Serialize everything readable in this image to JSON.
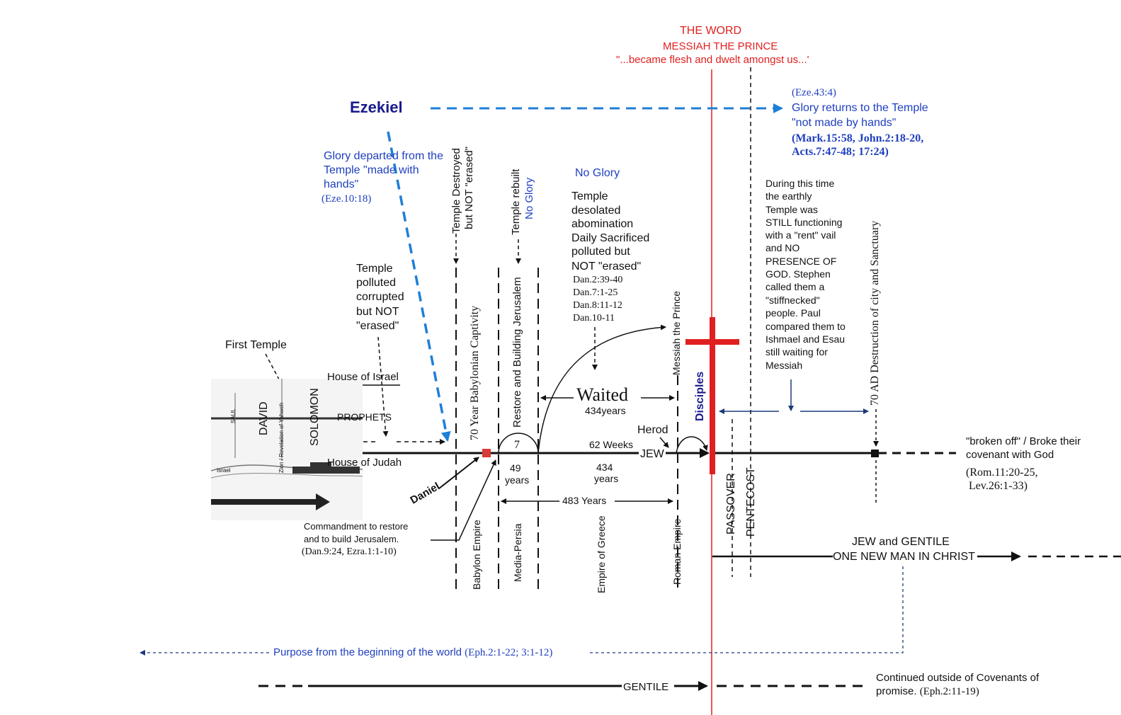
{
  "header": {
    "the_word": "THE WORD",
    "messiah_prince": "MESSIAH THE PRINCE",
    "became_flesh": "\"...became flesh and dwelt amongst us...'"
  },
  "ezekiel": {
    "name": "Ezekiel",
    "ref_top": "(Eze.43:4)",
    "glory_returns_1": "Glory returns to the Temple",
    "glory_returns_2": "\"not made by hands\"",
    "refs_1": "(Mark.15:58, John.2:18-20,",
    "refs_2": "Acts.7:47-48; 17:24)",
    "glory_departed_1": "Glory departed from the",
    "glory_departed_2": "Temple \"made with",
    "glory_departed_3": "hands\"",
    "glory_departed_ref": "(Eze.10:18)"
  },
  "vertical_labels": {
    "temple_destroyed_1": "Temple Destroyed",
    "temple_destroyed_2": "but NOT \"erased\"",
    "temple_rebuilt": "Temple rebuilt",
    "no_glory_vert": "No Glory",
    "captivity": "70 Year Babylonian Captivity",
    "restore_building": "Restore and Building Jerusalem",
    "messiah_prince": "Messiah the Prince",
    "disciples": "Disciples",
    "destruction": "70 AD Destruction of city and Sanctuary",
    "david": "DAVID",
    "solomon": "SOLOMON",
    "babylon": "Babylon Empire",
    "media_persia": "Media-Persia",
    "greece": "Empire of Greece",
    "roman": "Roman Empire",
    "passover": "PASSOVER",
    "pentecost": "PENTECOST"
  },
  "no_glory": {
    "title": "No Glory",
    "lines": [
      "Temple",
      "desolated",
      "abomination",
      "Daily Sacrificed",
      "polluted but",
      "NOT \"erased\""
    ],
    "refs": [
      "Dan.2:39-40",
      "Dan.7:1-25",
      "Dan.8:11-12",
      "Dan.10-11"
    ]
  },
  "temple_polluted": {
    "lines": [
      "Temple",
      "polluted",
      "corrupted",
      "but NOT",
      "\"erased\""
    ]
  },
  "first_temple": "First Temple",
  "house_israel": "House of Israel",
  "house_judah": "House of Judah",
  "prophets": "PROPHETS",
  "waited": {
    "word": "Waited",
    "years": "434years"
  },
  "seven": "7",
  "herod": "Herod",
  "weeks62": "62 Weeks",
  "jew": "JEW",
  "years49_a": "49",
  "years49_b": "years",
  "years434_a": "434",
  "years434_b": "years",
  "years483": "483 Years",
  "daniel": "Daniel",
  "commandment": {
    "line1": "Commandment to restore",
    "line2": "and to build Jerusalem.",
    "ref": "(Dan.9:24, Ezra.1:1-10)"
  },
  "during": {
    "lines": [
      "During this time",
      "the earthly",
      "Temple was",
      "STILL functioning",
      "with a \"rent\" vail",
      "and NO",
      "PRESENCE OF",
      "GOD. Stephen",
      "called them a",
      "\"stiffnecked\"",
      "people. Paul",
      "compared them to",
      "Ishmael and Esau",
      "still waiting for",
      "Messiah"
    ]
  },
  "broken_off": {
    "line1": "\"broken off\" / Broke their",
    "line2": "covenant with God",
    "ref1": "(Rom.11:20-25,",
    "ref2": "Lev.26:1-33)"
  },
  "jew_gentile": {
    "line1": "JEW and GENTILE",
    "line2": "ONE NEW MAN IN CHRIST"
  },
  "purpose": {
    "text": "Purpose from the beginning of the world",
    "ref": "(Eph.2:1-22; 3:1-12)"
  },
  "gentile": "GENTILE",
  "continued": {
    "line1": "Continued outside of Covenants of",
    "line2": "promise.",
    "ref": "(Eph.2:11-19)"
  },
  "sketch_labels": {
    "saul": "SAUL",
    "zion": "Zion / Revelation of Yahweh",
    "israel": "Israel"
  },
  "colors": {
    "red": "#e02020",
    "blue": "#1f3fbf",
    "navy": "#1a1a8c",
    "light_blue": "#1e7fd6",
    "black": "#111111"
  }
}
